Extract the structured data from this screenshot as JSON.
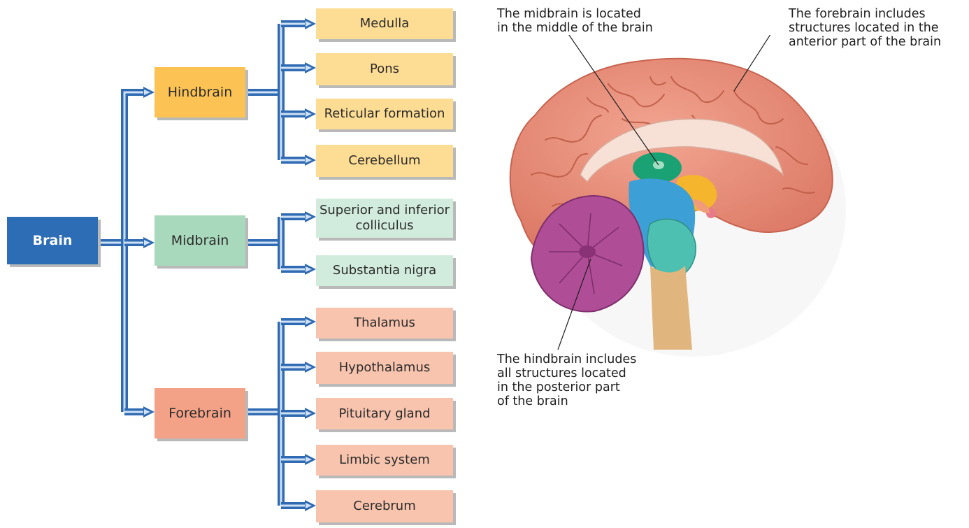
{
  "tree": {
    "root": "Brain",
    "branches": [
      {
        "label": "Hindbrain",
        "children": [
          "Medulla",
          "Pons",
          "Reticular formation",
          "Cerebellum"
        ]
      },
      {
        "label": "Midbrain",
        "children": [
          "Superior and inferior colliculus",
          "Substantia nigra"
        ]
      },
      {
        "label": "Forebrain",
        "children": [
          "Thalamus",
          "Hypothalamus",
          "Pituitary gland",
          "Limbic system",
          "Cerebrum"
        ]
      }
    ]
  },
  "annotations": {
    "midbrain": "The midbrain is located\nin the middle of the brain",
    "forebrain": "The forebrain includes\nstructures located in the\nanterior part of the brain",
    "hindbrain": "The hindbrain includes\nall structures located\nin the posterior part\nof the brain"
  },
  "colors": {
    "connector": "#2f6ab2",
    "connector_highlight": "#cfe1f5",
    "root": "#2d6db5",
    "hindbrain": "#fcc354",
    "hindbrain_child": "#fddc93",
    "midbrain": "#a9d9bd",
    "midbrain_child": "#d1ecdc",
    "forebrain": "#f3a287",
    "forebrain_child": "#f8c4ae",
    "cortex": "#e9907c",
    "cerebellum": "#b04d97",
    "brainstem": "#3c9fd6",
    "midbrain_region": "#1aa174",
    "pons_region": "#4dc0b1",
    "spinal_cord": "#e0b57e",
    "thalamus_region": "#f5b52c"
  }
}
